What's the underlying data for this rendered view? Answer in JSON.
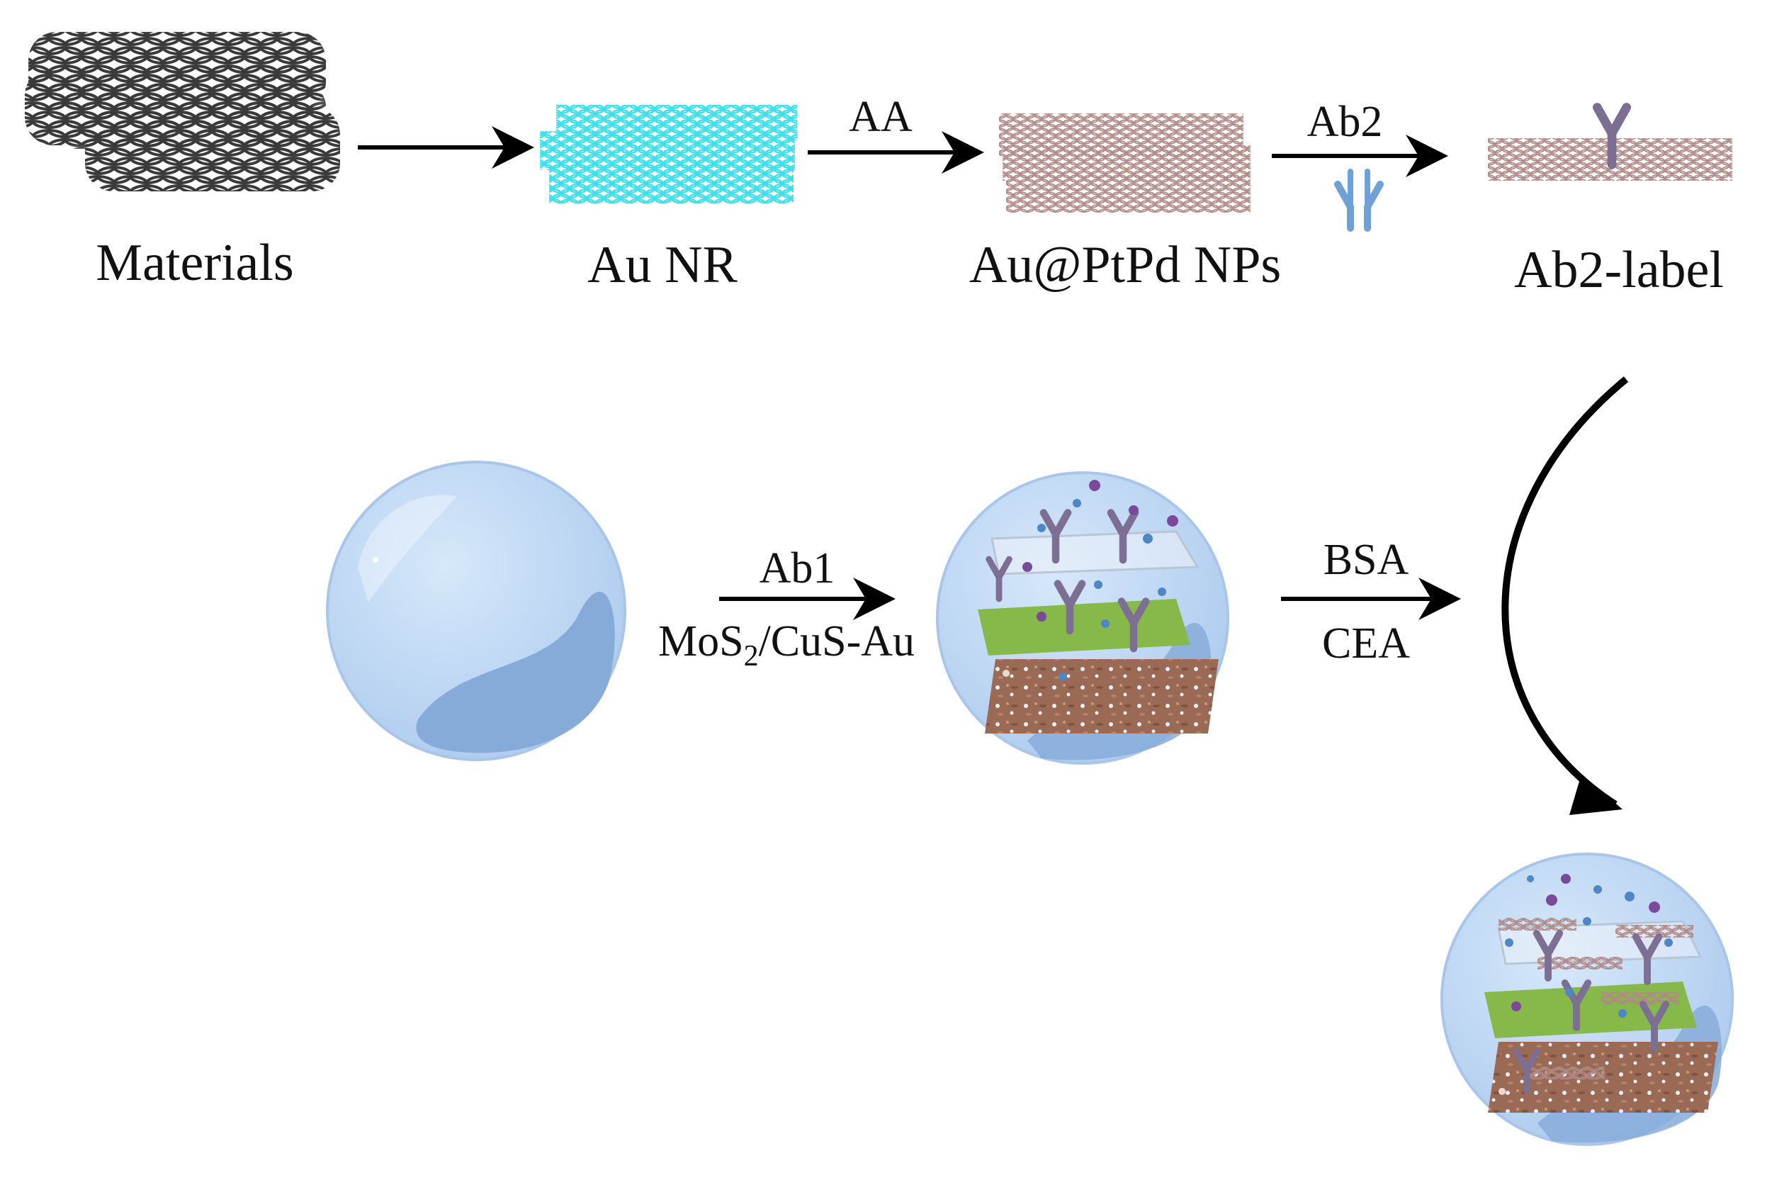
{
  "labels": {
    "materials": "Materials",
    "au_nr": "Au NR",
    "au_ptpd": "Au@PtPd NPs",
    "ab2_label": "Ab2-label"
  },
  "arrows": {
    "aa": "AA",
    "ab2": "Ab2",
    "ab1": "Ab1",
    "mos2_prefix": "MoS",
    "mos2_sub": "2",
    "mos2_suffix": "/CuS-Au",
    "bsa": "BSA",
    "cea": "CEA"
  },
  "colors": {
    "materials_mesh": "#3a3a3a",
    "au_nr_mesh": "#3fe0ea",
    "ptpd_mesh": "#b08a86",
    "antibody": "#7d6e94",
    "antibody_free": "#6fa0d6",
    "sphere_light": "#c6ddf5",
    "sphere_dark": "#8fb4df",
    "green_layer": "#86b84a",
    "brown_layer": "#9a6a55",
    "particle_purple": "#7a4a9a",
    "particle_blue": "#4f86c6"
  }
}
